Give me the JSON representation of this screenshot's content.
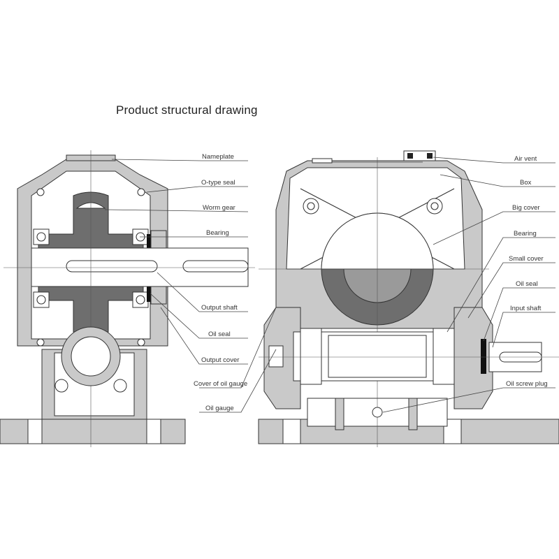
{
  "title": "Product structural drawing",
  "left_labels": [
    "Nameplate",
    "O-type seal",
    "Worm gear",
    "Bearing",
    "Output shaft",
    "Oil seal",
    "Output cover",
    "Cover of oil gauge",
    "Oil gauge"
  ],
  "right_labels": [
    "Air vent",
    "Box",
    "Big cover",
    "Bearing",
    "Small cover",
    "Oil seal",
    "Input shaft",
    "Oil screw plug"
  ]
}
